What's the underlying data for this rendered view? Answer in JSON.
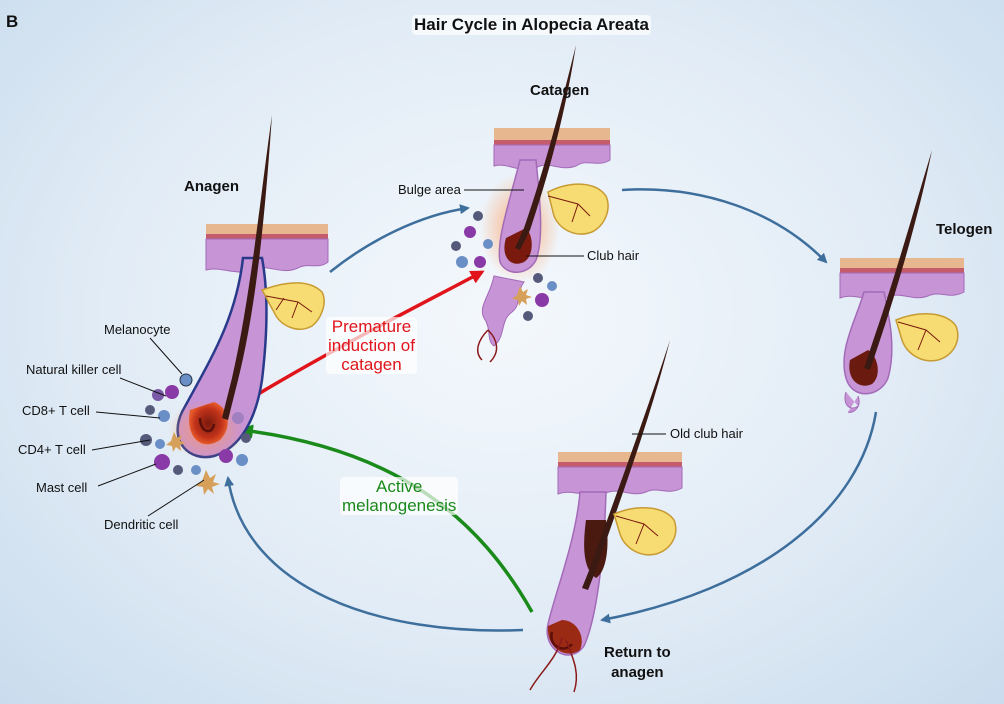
{
  "panel_letter": "B",
  "title": "Hair Cycle in Alopecia Areata",
  "stages": {
    "anagen": "Anagen",
    "catagen": "Catagen",
    "telogen": "Telogen",
    "return_line1": "Return to",
    "return_line2": "anagen"
  },
  "cell_labels": {
    "melanocyte": "Melanocyte",
    "nk": "Natural killer cell",
    "cd8": "CD8+ T cell",
    "cd4": "CD4+ T cell",
    "mast": "Mast cell",
    "dendritic": "Dendritic cell"
  },
  "structure_labels": {
    "bulge": "Bulge area",
    "club": "Club hair",
    "old_club": "Old club hair"
  },
  "process_labels": {
    "premature_line1": "Premature",
    "premature_line2": "induction of",
    "premature_line3": "catagen",
    "active_line1": "Active",
    "active_line2": "melanogenesis"
  },
  "colors": {
    "cycle_arrow": "#3d6e9c",
    "premature_arrow": "#e0141a",
    "melanogenesis_arrow": "#1a8a1a",
    "skin_top": "#e7b78f",
    "skin_purple": "#c794d6",
    "gland": "#f6dc72",
    "hair": "#3a1a12"
  }
}
